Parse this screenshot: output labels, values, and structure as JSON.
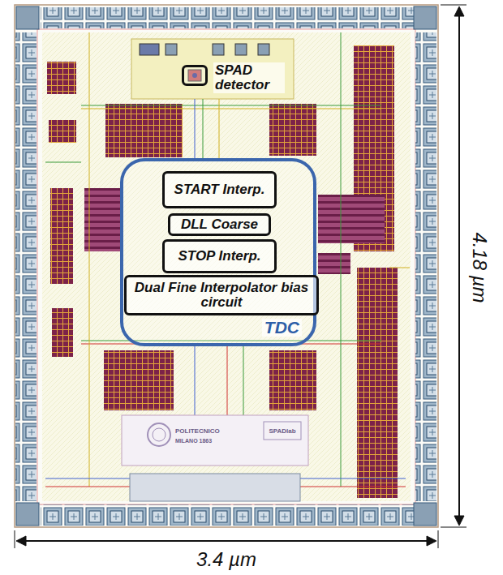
{
  "diagram": {
    "nodes": [
      {
        "text": [
          "SPAD detector"
        ]
      },
      {
        "text": [
          "TDC"
        ]
      },
      {
        "text": [
          "START Interp."
        ],
        "in": 1
      },
      {
        "text": [
          "DLL Coarse"
        ],
        "in": 1
      },
      {
        "text": [
          "STOP Interp."
        ],
        "in": 1
      },
      {
        "text": [
          "Dual Fine Interpolator bias circuit"
        ],
        "in": 1
      }
    ],
    "labels": [
      "4.18 µm",
      "3.4 µm",
      "POLITECNICO",
      "MILANO 1863",
      "SPADlab"
    ]
  }
}
